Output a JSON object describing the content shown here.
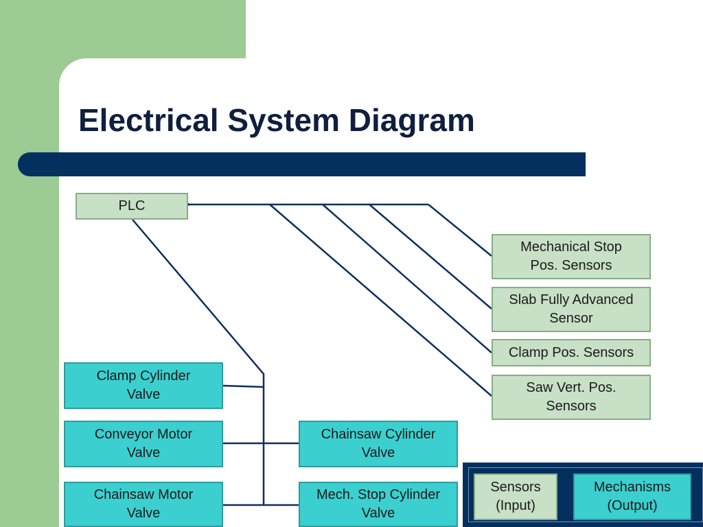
{
  "slide": {
    "title": "Electrical System Diagram"
  },
  "diagram": {
    "plc": {
      "label": "PLC"
    },
    "sensors": [
      {
        "label": "Mechanical Stop\nPos. Sensors"
      },
      {
        "label": "Slab Fully Advanced\nSensor"
      },
      {
        "label": "Clamp Pos. Sensors"
      },
      {
        "label": "Saw Vert. Pos.\nSensors"
      }
    ],
    "mechanisms": [
      {
        "label": "Clamp Cylinder\nValve"
      },
      {
        "label": "Conveyor Motor\nValve"
      },
      {
        "label": "Chainsaw Motor\nValve"
      },
      {
        "label": "Chainsaw Cylinder\nValve"
      },
      {
        "label": "Mech. Stop Cylinder\nValve"
      }
    ]
  },
  "legend": {
    "sensors_label": "Sensors\n(Input)",
    "mechanisms_label": "Mechanisms\n(Output)"
  },
  "colors": {
    "sensor_fill": "#c8e0c6",
    "mechanism_fill": "#3ccfcf",
    "accent_navy": "#03305f",
    "background_green": "#9ccb94"
  }
}
